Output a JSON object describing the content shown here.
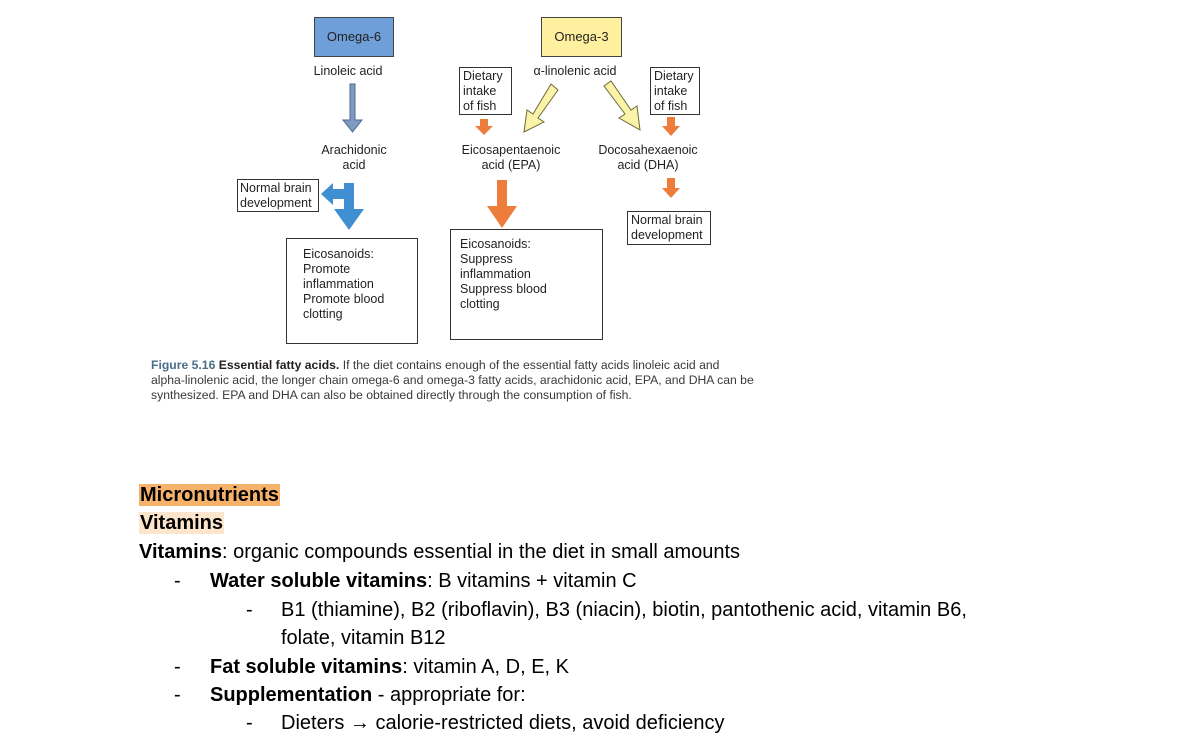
{
  "diagram": {
    "omega6_label": "Omega-6",
    "omega3_label": "Omega-3",
    "linoleic": "Linoleic acid",
    "alpha_linolenic": "α-linolenic acid",
    "arachidonic": [
      "Arachidonic",
      "acid"
    ],
    "dietary_left": [
      "Dietary",
      "intake",
      "of fish"
    ],
    "dietary_right": [
      "Dietary",
      "intake",
      "of fish"
    ],
    "epa": [
      "Eicosapentaenoic",
      "acid (EPA)"
    ],
    "dha": [
      "Docosahexaenoic",
      "acid (DHA)"
    ],
    "brain_left": [
      "Normal brain",
      "development"
    ],
    "brain_right": [
      "Normal brain",
      "development"
    ],
    "eico_left": [
      "Eicosanoids:",
      "Promote",
      "inflammation",
      "Promote blood",
      "clotting"
    ],
    "eico_right": [
      "Eicosanoids:",
      "Suppress",
      "inflammation",
      "Suppress blood",
      "clotting"
    ],
    "colors": {
      "omega6_fill": "#6f9fd8",
      "omega3_fill": "#fff0a0",
      "grey_arrow": "#7f9cc0",
      "blue_arrow": "#3f8fd2",
      "orange_arrow": "#ee7d3c",
      "yellow_arrow": "#fbf3a8"
    }
  },
  "caption": {
    "figure": "Figure 5.16",
    "title": "Essential fatty acids.",
    "text_l1": " If the diet contains enough of the essential fatty acids linoleic acid and",
    "text_l2": "alpha-linolenic acid, the longer chain omega-6 and omega-3 fatty acids, arachidonic acid, EPA, and DHA can be",
    "text_l3": "synthesized. EPA and DHA can also be obtained directly through the consumption of fish."
  },
  "notes": {
    "heading1": "Micronutrients",
    "heading2": "Vitamins",
    "def_term": "Vitamins",
    "def_text": ": organic compounds essential in the diet in small amounts",
    "dash": "-",
    "water_term": "Water soluble vitamins",
    "water_text": ": B vitamins + vitamin C",
    "b_list_l1": "B1 (thiamine), B2 (riboflavin), B3 (niacin), biotin, pantothenic acid, vitamin B6,",
    "b_list_l2": "folate, vitamin B12",
    "fat_term": "Fat soluble vitamins",
    "fat_text": ": vitamin A, D, E, K",
    "supp_term": "Supplementation",
    "supp_text": " - appropriate for:",
    "dieters": "Dieters → calorie-restricted diets, avoid deficiency"
  }
}
